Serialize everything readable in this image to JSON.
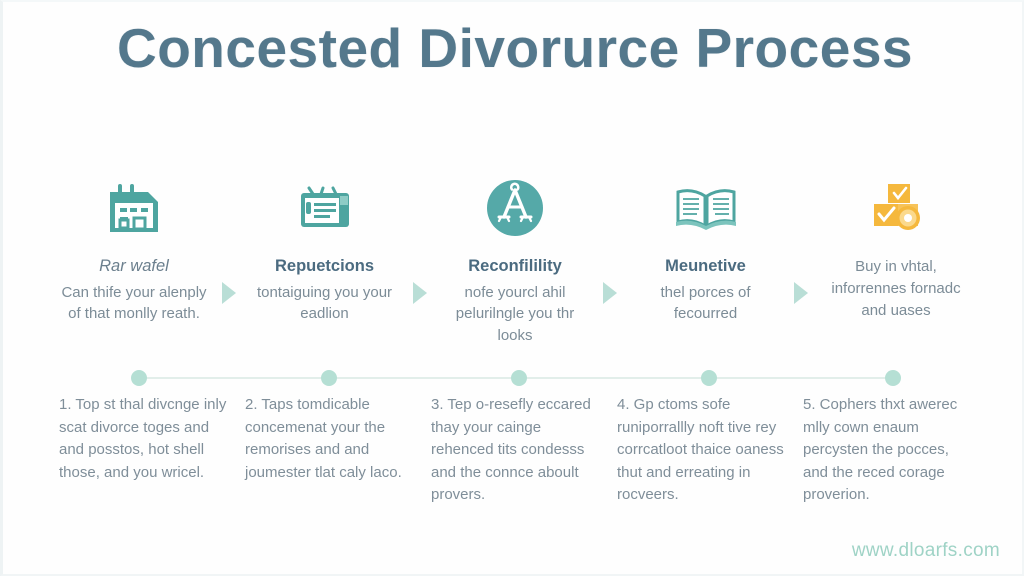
{
  "title": "Concested Divorurce Process",
  "colors": {
    "title": "#54788c",
    "icon_teal": "#4ea5a0",
    "icon_orange": "#f5b83d",
    "arrow": "#b9ded6",
    "dot": "#b5dfd4",
    "body_text": "#7f8e99",
    "watermark": "#9fd3c6",
    "background": "#fefefe"
  },
  "steps": [
    {
      "icon": "calendar-building-icon",
      "heading": "Rar wafel",
      "heading_style": "italic-light",
      "desc": "Can thife your alenply of that monlly reath."
    },
    {
      "icon": "clipboard-document-icon",
      "heading": "Repuetcions",
      "heading_style": "bold",
      "desc": "tontaiguing you your eadlion"
    },
    {
      "icon": "scales-circle-icon",
      "heading": "Reconfilility",
      "heading_style": "bold",
      "desc": "nofe yourcl ahil pelurilngle you thr looks"
    },
    {
      "icon": "open-book-icon",
      "heading": "Meunetive",
      "heading_style": "bold",
      "desc": "thel porces of fecourred"
    },
    {
      "icon": "checked-boxes-seal-icon",
      "heading": "",
      "heading_style": "none",
      "desc": "Buy in vhtal, inforrennes fornadc and uases"
    }
  ],
  "arrows": [
    "arrow-right-icon",
    "arrow-right-icon",
    "arrow-right-icon",
    "arrow-right-icon"
  ],
  "timeline_dots": 5,
  "details": [
    "1. Top st thal divcnge inly scat divorce toges and and posstos, hot shell those, and you wricel.",
    "2. Taps tomdicable concemenat your the remorises and and joumester tlat caly laco.",
    "3. Tep o-resefly eccared thay your cainge rehenced tits condesss and the connce aboult provers.",
    "4. Gp ctoms sofe runiporrallly noft tive rey corrcatloot thaice oaness thut and erreating in rocveers.",
    "5. Cophers thxt awerec mlly cown enaum percysten the pocces, and the reced corage proverion."
  ],
  "watermark": "www.dloarfs.com"
}
